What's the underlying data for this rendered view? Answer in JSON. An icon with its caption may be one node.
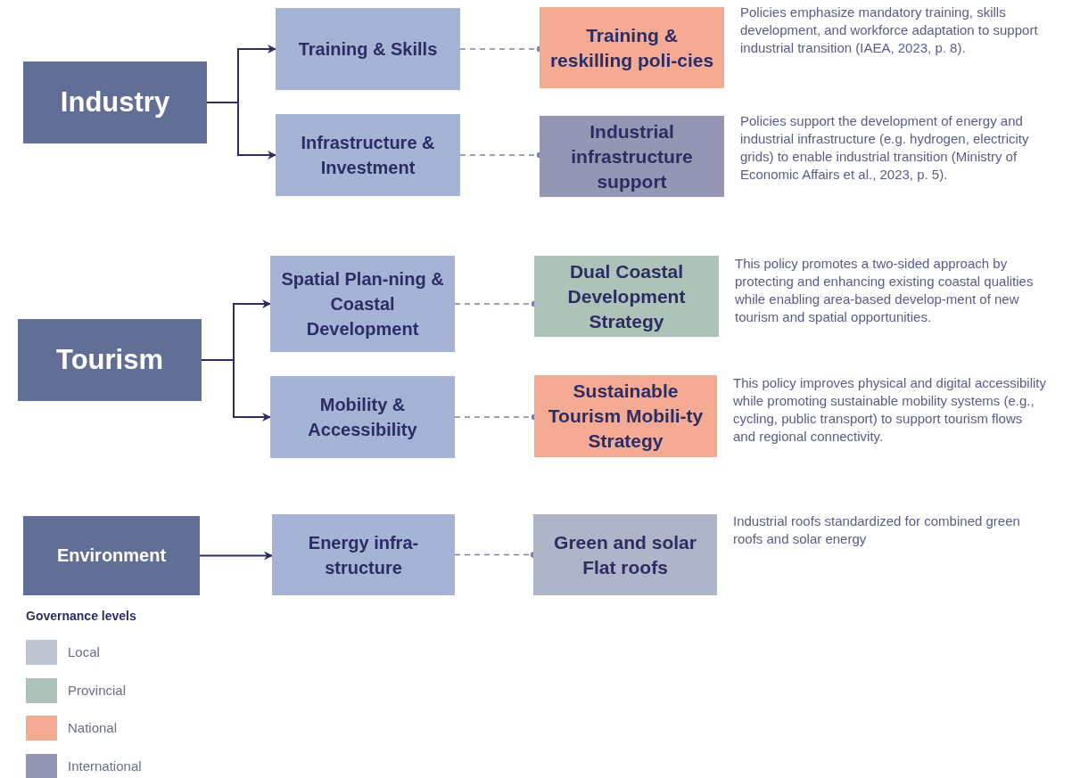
{
  "diagram": {
    "nodes": [
      {
        "text": [
          "Industry"
        ]
      },
      {
        "text": [
          "Training & Skills"
        ]
      },
      {
        "text": [
          "Infrastructure & Investment"
        ]
      },
      {
        "text": [
          "Training & reskilling poli-cies"
        ],
        "beside": [
          "Policies emphasize mandatory training, skills development, and workforce adaptation to support industrial transition (IAEA, 2023, p. 8)."
        ]
      },
      {
        "text": [
          "Industrial infrastructure support"
        ],
        "beside": [
          "Policies support the development of energy and industrial infrastructure (e.g. hydrogen, electricity grids) to enable industrial transition (Ministry of Economic Affairs et al., 2023, p. 5)."
        ]
      },
      {
        "text": [
          "Tourism"
        ]
      },
      {
        "text": [
          "Spatial Plan-ning & Coastal Development"
        ]
      },
      {
        "text": [
          "Mobility & Accessibility"
        ]
      },
      {
        "text": [
          "Dual Coastal Development Strategy"
        ],
        "beside": [
          "This policy promotes a two-sided approach by protecting and enhancing existing coastal qualities while enabling area-based develop-ment of new tourism and spatial opportunities."
        ]
      },
      {
        "text": [
          "Sustainable Tourism Mobili-ty Strategy"
        ],
        "beside": [
          "This policy improves physical and digital accessibility while promoting sustainable mobility systems (e.g., cycling, public transport) to support tourism flows and regional connectivity."
        ]
      },
      {
        "text": [
          "Environment"
        ]
      },
      {
        "text": [
          "Energy infra-structure"
        ]
      },
      {
        "text": [
          "Green and solar Flat roofs"
        ],
        "beside": [
          "Industrial roofs standardized for combined green roofs and solar energy"
        ]
      }
    ],
    "edges": [
      {
        "from": 0,
        "to": 1,
        "arrow": "to"
      },
      {
        "from": 0,
        "to": 2,
        "arrow": "to"
      },
      {
        "from": 1,
        "to": 3,
        "arrow": "other",
        "style": "dashed"
      },
      {
        "from": 2,
        "to": 4,
        "arrow": "other",
        "style": "dashed"
      },
      {
        "from": 5,
        "to": 6,
        "arrow": "to"
      },
      {
        "from": 5,
        "to": 7,
        "arrow": "to"
      },
      {
        "from": 6,
        "to": 8,
        "arrow": "other",
        "style": "dashed"
      },
      {
        "from": 7,
        "to": 9,
        "arrow": "other",
        "style": "dashed"
      },
      {
        "from": 10,
        "to": 11,
        "arrow": "to"
      },
      {
        "from": 11,
        "to": 12,
        "arrow": "other",
        "style": "dashed"
      }
    ],
    "labels": [
      "Governance levels"
    ],
    "legend": [
      {
        "text": "Local",
        "color": "#bec3d2"
      },
      {
        "text": "Provincial",
        "color": "#adc2b8"
      },
      {
        "text": "National",
        "color": "#f5ab93"
      },
      {
        "text": "International",
        "color": "#9496b3"
      }
    ]
  }
}
